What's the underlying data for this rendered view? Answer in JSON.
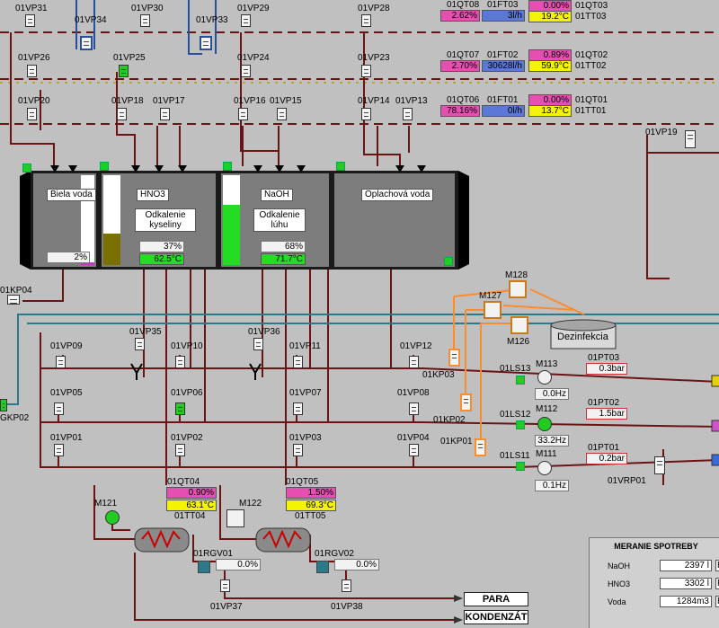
{
  "valve_labels": {
    "VP31": "01VP31",
    "VP34": "01VP34",
    "VP30": "01VP30",
    "VP33": "01VP33",
    "VP29": "01VP29",
    "VP28": "01VP28",
    "VP26": "01VP26",
    "VP25": "01VP25",
    "VP24": "01VP24",
    "VP23": "01VP23",
    "VP20": "01VP20",
    "VP18": "01VP18",
    "VP17": "01VP17",
    "VP16": "01VP16",
    "VP15": "01VP15",
    "VP14": "01VP14",
    "VP13": "01VP13",
    "VP19": "01VP19",
    "KP04": "01KP04",
    "VP35": "01VP35",
    "VP36": "01VP36",
    "VP09": "01VP09",
    "VP10": "01VP10",
    "VP11": "01VP11",
    "VP12": "01VP12",
    "VP05": "01VP05",
    "VP06": "01VP06",
    "VP07": "01VP07",
    "VP08": "01VP08",
    "VP01": "01VP01",
    "VP02": "01VP02",
    "VP03": "01VP03",
    "VP04": "01VP04",
    "KP03": "01KP03",
    "KP02": "01KP02",
    "KP01": "01KP01",
    "GKP02": "GKP02",
    "VRP01": "01VRP01",
    "VP37": "01VP37",
    "VP38": "01VP38",
    "RGV01": "01RGV01",
    "RGV02": "01RGV02"
  },
  "top_instruments": {
    "row1": {
      "qt_label": "01QT08",
      "qt_value": "2.62%",
      "ft_label": "01FT03",
      "ft_value": "3l/h",
      "qt2_value": "0.00%",
      "qt2_label": "01QT03",
      "tt_value": "19.2°C",
      "tt_label": "01TT03"
    },
    "row2": {
      "qt_label": "01QT07",
      "qt_value": "2.70%",
      "ft_label": "01FT02",
      "ft_value": "30628l/h",
      "qt2_value": "0.89%",
      "qt2_label": "01QT02",
      "tt_value": "59.9°C",
      "tt_label": "01TT02"
    },
    "row3": {
      "qt_label": "01QT06",
      "qt_value": "78.16%",
      "ft_label": "01FT01",
      "ft_value": "0l/h",
      "qt2_value": "0.00%",
      "qt2_label": "01QT01",
      "tt_value": "13.7°C",
      "tt_label": "01TT01"
    }
  },
  "tanks": {
    "t1": {
      "title": "Biela voda",
      "level": "2%"
    },
    "t2": {
      "title": "HNO3",
      "desc": "Odkalenie kyseliny",
      "level": "37%",
      "temp": "62.5°C"
    },
    "t3": {
      "title": "NaOH",
      "desc": "Odkalenie lúhu",
      "level": "68%",
      "temp": "71.7°C"
    },
    "t4": {
      "title": "Oplachová voda"
    }
  },
  "pumps": {
    "M128": "M128",
    "M127": "M127",
    "M126": "M126",
    "M113": "M113",
    "M112": "M112",
    "M111": "M111",
    "M121": "M121",
    "M122": "M122",
    "disinfection": "Dezinfekcia"
  },
  "sensors": {
    "LS13": {
      "label": "01LS13",
      "freq": "0.0Hz"
    },
    "LS12": {
      "label": "01LS12",
      "freq": "33.2Hz"
    },
    "LS11": {
      "label": "01LS11",
      "freq": "0.1Hz"
    },
    "PT03": {
      "label": "01PT03",
      "value": "0.3bar"
    },
    "PT02": {
      "label": "01PT02",
      "value": "1.5bar"
    },
    "PT01": {
      "label": "01PT01",
      "value": "0.2bar"
    }
  },
  "heat": {
    "QT04": {
      "label": "01QT04",
      "value": "0.90%"
    },
    "TT04": {
      "label": "01TT04",
      "value": "63.1°C"
    },
    "QT05": {
      "label": "01QT05",
      "value": "1.50%"
    },
    "TT05": {
      "label": "01TT05",
      "value": "69.3°C"
    },
    "RGV01_value": "0.0%",
    "RGV02_value": "0.0%"
  },
  "outputs": {
    "steam": "PARA",
    "condensate": "KONDENZÁT"
  },
  "meter": {
    "title": "MERANIE SPOTREBY",
    "rows": [
      {
        "name": "NaOH",
        "value": "2397 l",
        "reset": "R"
      },
      {
        "name": "HNO3",
        "value": "3302 l",
        "reset": "R"
      },
      {
        "name": "Voda",
        "value": "1284m3",
        "reset": "R"
      }
    ]
  }
}
